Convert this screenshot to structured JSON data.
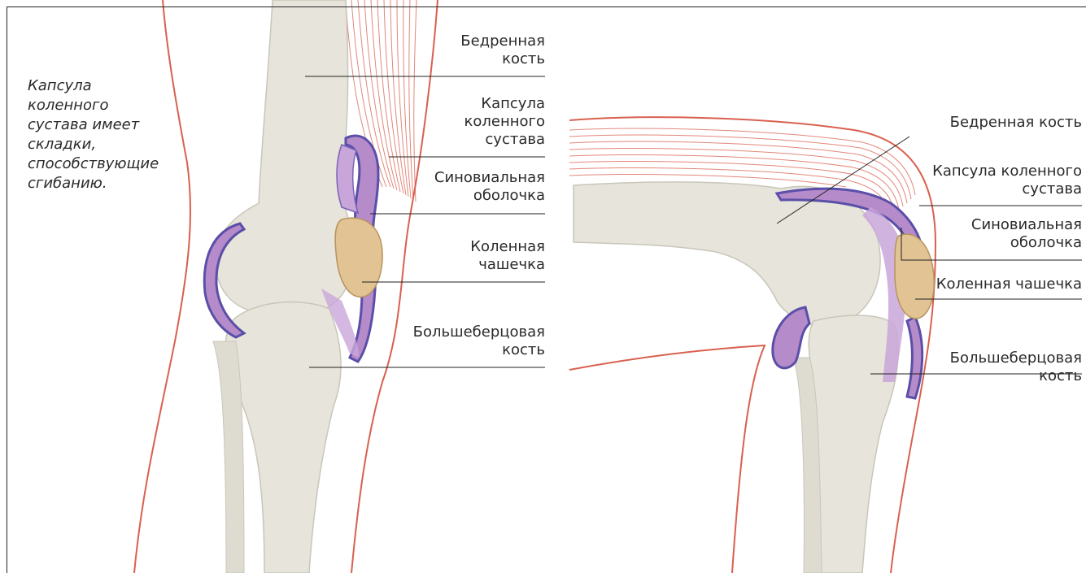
{
  "note": {
    "lines": [
      "Капсула",
      "коленного",
      "сустава имеет",
      "складки,",
      "способствующие",
      "сгибанию."
    ]
  },
  "left_labels": [
    {
      "lines": [
        "Бедренная",
        "кость"
      ]
    },
    {
      "lines": [
        "Капсула",
        "коленного",
        "сустава"
      ]
    },
    {
      "lines": [
        "Синовиальная",
        "оболочка"
      ]
    },
    {
      "lines": [
        "Коленная",
        "чашечка"
      ]
    },
    {
      "lines": [
        "Большеберцовая",
        "кость"
      ]
    }
  ],
  "right_labels": [
    {
      "lines": [
        "Бедренная кость"
      ]
    },
    {
      "lines": [
        "Капсула коленного",
        "сустава"
      ]
    },
    {
      "lines": [
        "Синовиальная",
        "оболочка"
      ]
    },
    {
      "lines": [
        "Коленная чашечка"
      ]
    },
    {
      "lines": [
        "Большеберцовая",
        "кость"
      ]
    }
  ],
  "colors": {
    "bone": "#e6e4db",
    "bone_shadow": "#c9c6ba",
    "capsule": "#5a4fa8",
    "synovial": "#b58bc9",
    "patella": "#e2c393",
    "muscle": "#d9604f",
    "leader_line": "#222222"
  }
}
